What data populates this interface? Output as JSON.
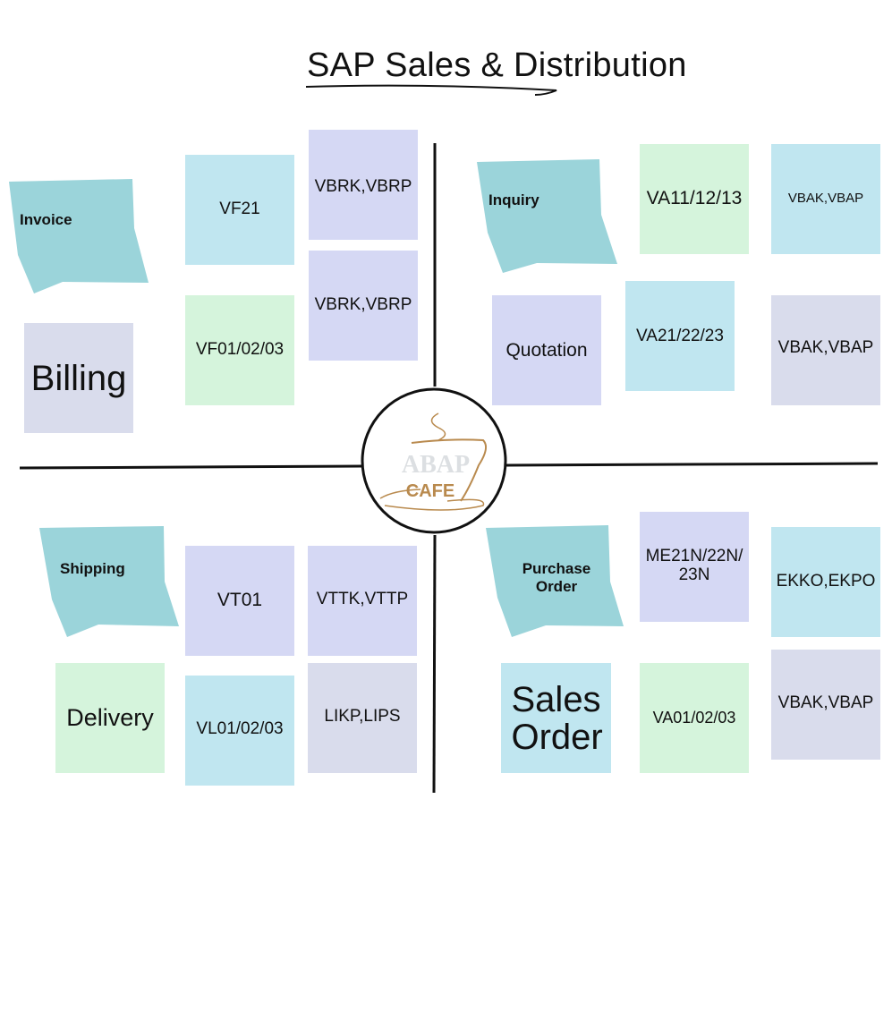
{
  "title": "SAP Sales & Distribution",
  "colors": {
    "teal": "#9bd4da",
    "light_blue": "#c0e6f0",
    "lavender": "#d5d8f4",
    "green": "#d5f4dc",
    "grey": "#d9dcec",
    "logo": "#b98a4e"
  },
  "logo": {
    "line1": "ABAP",
    "line2": "CAFE"
  },
  "billing": {
    "header": "Invoice",
    "process": "Billing",
    "tcode1": "VF21",
    "tcode2": "VF01/02/03",
    "table1": "VBRK,VBRP",
    "table2": "VBRK,VBRP"
  },
  "inquiry": {
    "header": "Inquiry",
    "process": "Quotation",
    "tcode1": "VA11/12/13",
    "tcode2": "VA21/22/23",
    "table1": "VBAK,VBAP",
    "table2": "VBAK,VBAP"
  },
  "shipping": {
    "header": "Shipping",
    "process": "Delivery",
    "tcode1": "VT01",
    "tcode2": "VL01/02/03",
    "table1": "VTTK,VTTP",
    "table2": "LIKP,LIPS"
  },
  "order": {
    "header": "Purchase Order",
    "process": "Sales Order",
    "tcode1": "ME21N/22N/ 23N",
    "tcode2": "VA01/02/03",
    "table1": "EKKO,EKPO",
    "table2": "VBAK,VBAP"
  }
}
